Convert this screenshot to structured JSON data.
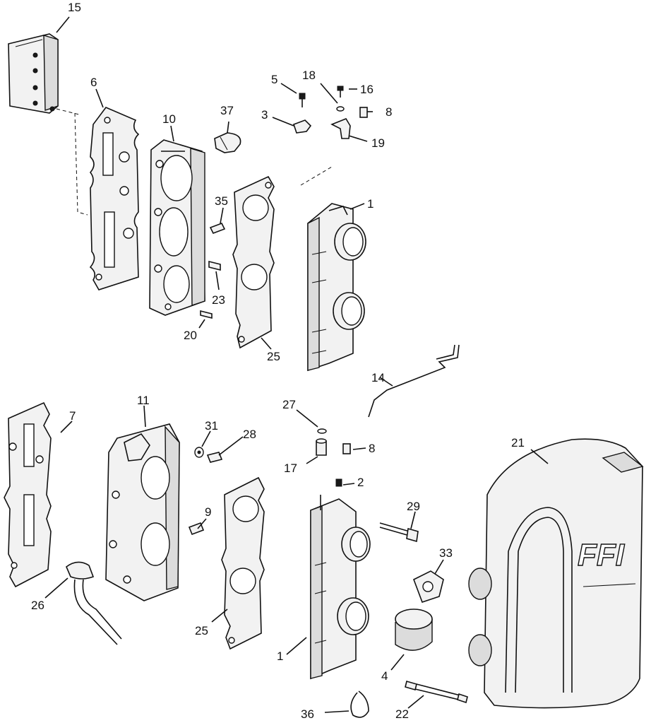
{
  "callouts": {
    "c15": "15",
    "c6": "6",
    "c10": "10",
    "c37": "37",
    "c5": "5",
    "c18": "18",
    "c16": "16",
    "c3": "3",
    "c8a": "8",
    "c19": "19",
    "c35": "35",
    "c1a": "1",
    "c23": "23",
    "c20": "20",
    "c25a": "25",
    "c14": "14",
    "c7": "7",
    "c11": "11",
    "c31": "31",
    "c28": "28",
    "c27": "27",
    "c17": "17",
    "c8b": "8",
    "c21": "21",
    "c2": "2",
    "c9": "9",
    "c29": "29",
    "c33": "33",
    "c26": "26",
    "c25b": "25",
    "c1b": "1",
    "c4": "4",
    "c36": "36",
    "c22": "22"
  },
  "cover_logo": "FFI"
}
